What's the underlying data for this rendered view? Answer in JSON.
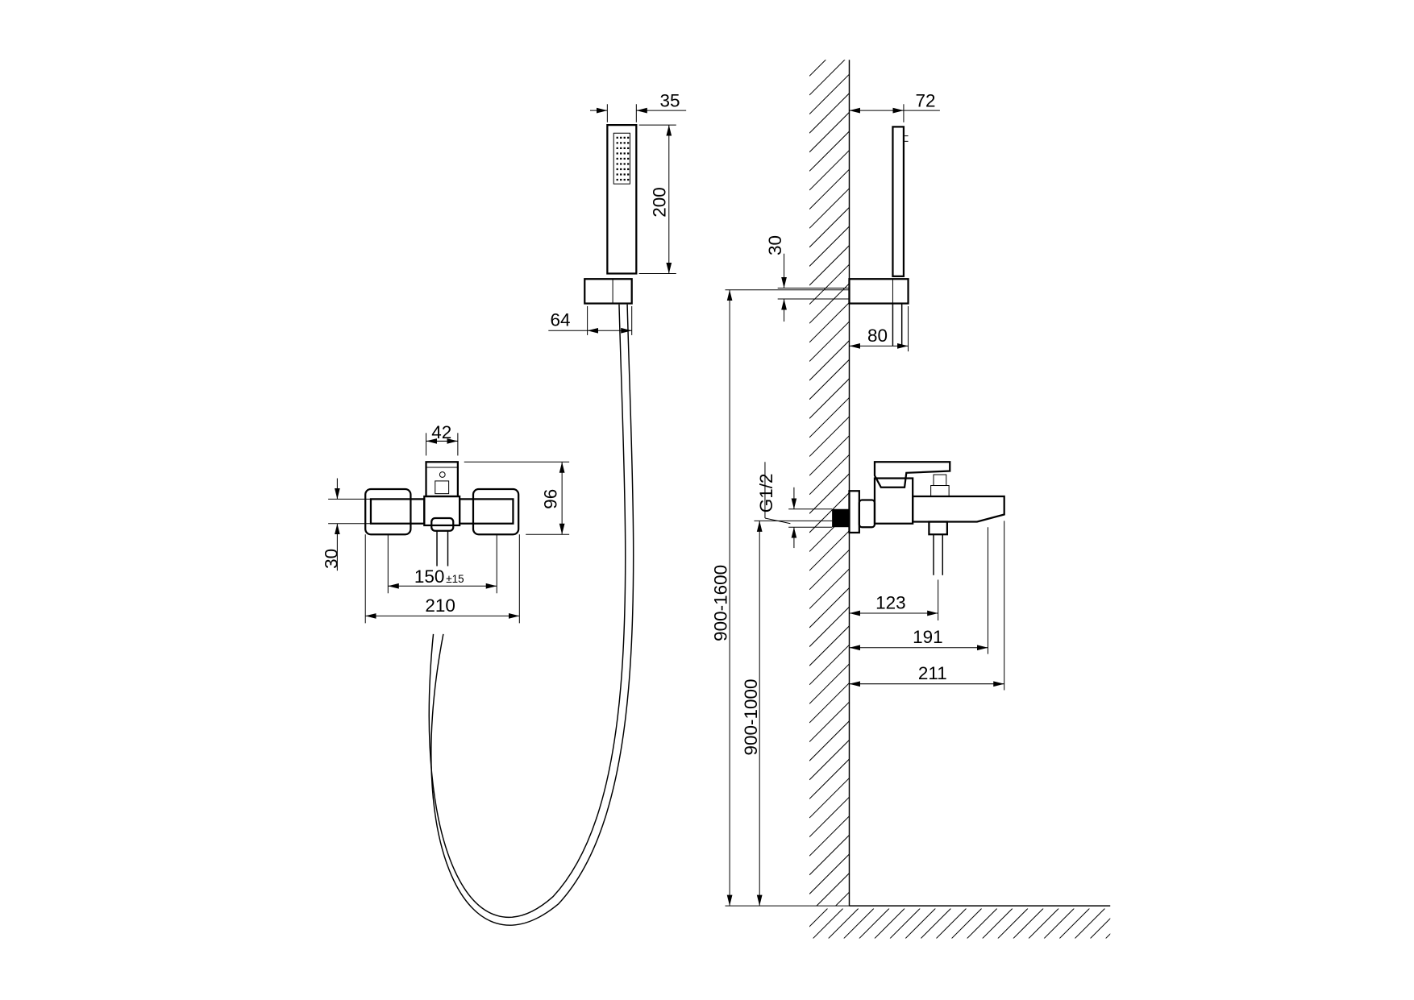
{
  "drawing": {
    "front_view": {
      "handshower_width": "35",
      "handshower_length": "200",
      "holder_width": "64",
      "cartridge_width": "42",
      "mixer_height": "96",
      "body_height": "30",
      "inlet_spacing": "150",
      "inlet_tolerance": "±15",
      "overall_width": "210"
    },
    "side_view": {
      "handshower_projection": "72",
      "holder_offset": "30",
      "holder_projection": "80",
      "holder_mount_height": "900-1600",
      "mixer_mount_height": "900-1000",
      "thread_size": "G1/2",
      "diverter_projection": "123",
      "spout_lip_projection": "191",
      "spout_projection": "211"
    }
  }
}
